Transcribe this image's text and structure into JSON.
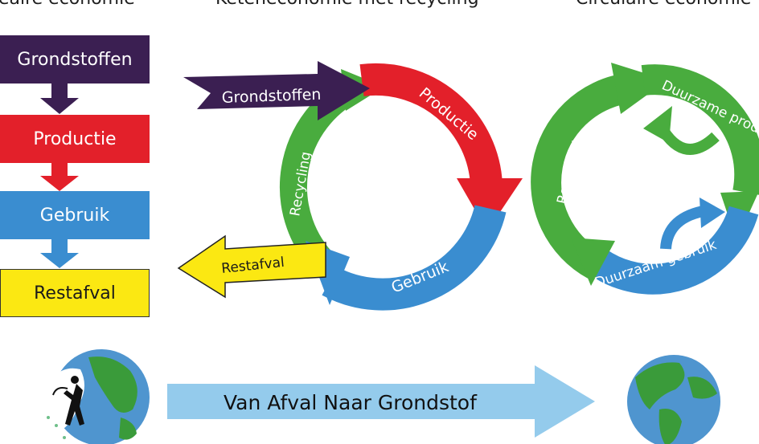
{
  "titles": {
    "linear": "neaire economie",
    "chain": "Keteneconomie met recycling",
    "circular": "Circulaire economie"
  },
  "linear": {
    "steps": [
      "Grondstoffen",
      "Productie",
      "Gebruik",
      "Restafval"
    ]
  },
  "chain": {
    "grondstoffen": "Grondstoffen",
    "productie": "Productie",
    "gebruik": "Gebruik",
    "recycling": "Recycling",
    "restafval": "Restafval"
  },
  "circular": {
    "duurzame_productie": "Duurzame productie",
    "duurzaam_gebruik": "Duurzaam gebruik",
    "recycling": "Recycling"
  },
  "bottom": {
    "arrow_label": "Van Afval Naar Grondstof"
  },
  "colors": {
    "dark_purple": "#3b1f52",
    "red": "#e3202a",
    "blue": "#3a8dd0",
    "yellow": "#fbe812",
    "green": "#49ac3e",
    "light_blue": "#94cbec",
    "ocean": "#4f95cf",
    "land": "#3a9b3a"
  }
}
